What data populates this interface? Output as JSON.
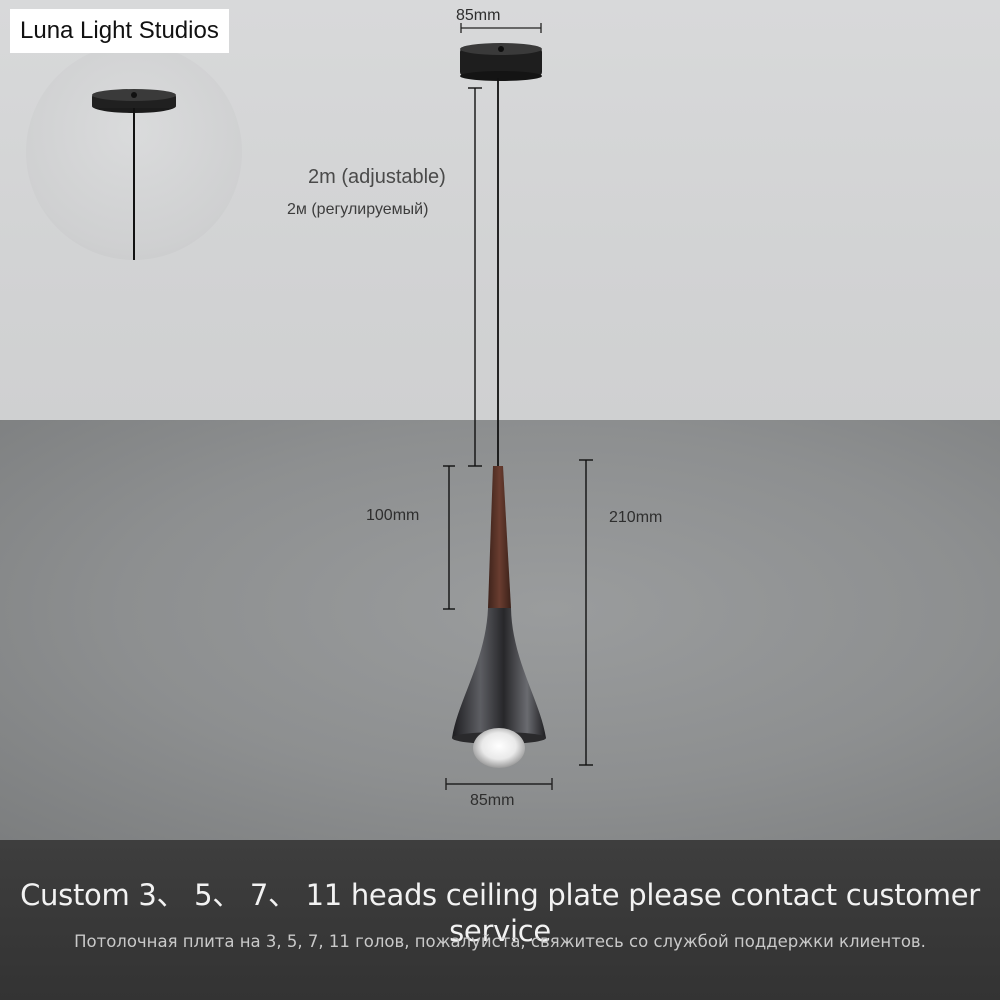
{
  "brand": {
    "name": "Luna Light Studios"
  },
  "dimensions": {
    "canopy_width": "85mm",
    "cable_length_en": "2m (adjustable)",
    "cable_length_ru": "2м (регулируемый)",
    "stem_length": "100mm",
    "total_height": "210mm",
    "shade_width": "85mm"
  },
  "footer": {
    "en": "Custom 3、 5、 7、 11 heads ceiling plate please contact customer service",
    "ru": "Потолочная плита на 3, 5, 7, 11 голов, пожалуйста, свяжитесь со службой поддержки клиентов."
  },
  "colors": {
    "wall": "#d4d5d6",
    "floor": "#8d8f90",
    "footer_bg": "#3a3a3a",
    "walnut": "#5a3328",
    "chrome": "#2e2e31"
  }
}
